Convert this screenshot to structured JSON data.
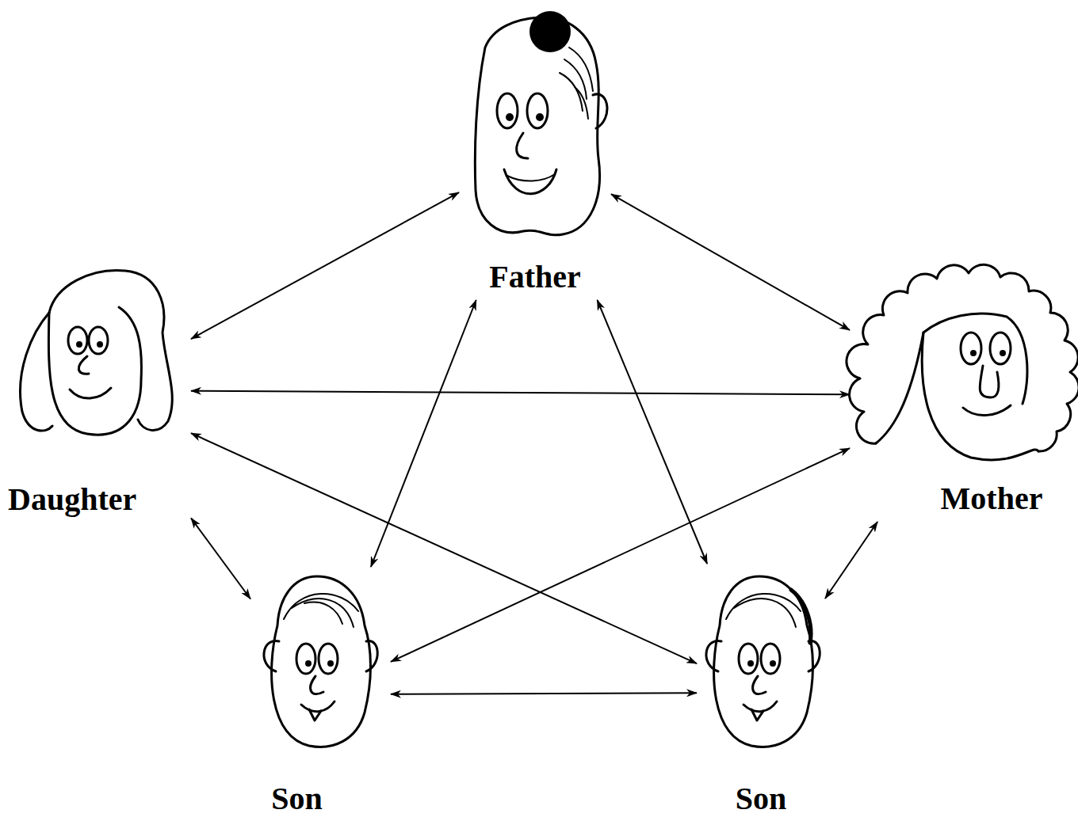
{
  "diagram": {
    "nodes": [
      {
        "text": [
          "Father"
        ]
      },
      {
        "text": [
          "Daughter"
        ]
      },
      {
        "text": [
          "Mother"
        ]
      },
      {
        "text": [
          "Son"
        ]
      },
      {
        "text": [
          "Son"
        ]
      }
    ],
    "edges": [
      {
        "from": 0,
        "to": 1,
        "arrow": "both"
      },
      {
        "from": 0,
        "to": 2,
        "arrow": "both"
      },
      {
        "from": 0,
        "to": 3,
        "arrow": "both"
      },
      {
        "from": 0,
        "to": 4,
        "arrow": "both"
      },
      {
        "from": 1,
        "to": 2,
        "arrow": "both"
      },
      {
        "from": 1,
        "to": 3,
        "arrow": "both"
      },
      {
        "from": 1,
        "to": 4,
        "arrow": "both"
      },
      {
        "from": 2,
        "to": 3,
        "arrow": "both"
      },
      {
        "from": 2,
        "to": 4,
        "arrow": "both"
      },
      {
        "from": 3,
        "to": 4,
        "arrow": "both"
      }
    ]
  }
}
